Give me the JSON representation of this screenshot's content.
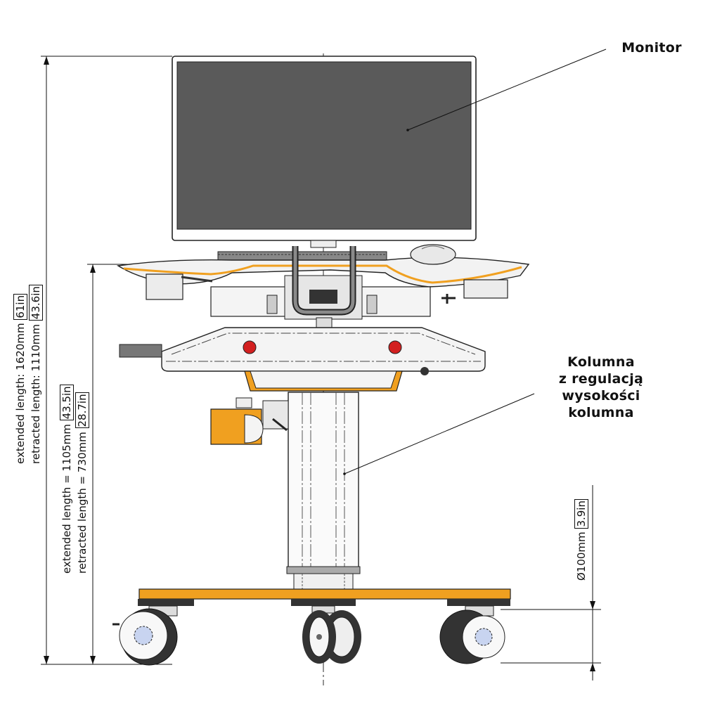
{
  "callouts": {
    "monitor": "Monitor",
    "column": [
      "Kolumna",
      "z regulacją",
      "wysokości",
      "kolumna"
    ]
  },
  "dimensions": {
    "overall": {
      "extended_label": "extended length:",
      "extended_value": "1620mm",
      "extended_inch": "61in",
      "retracted_label": "retracted length:",
      "retracted_value": "1110mm",
      "retracted_inch": "43.6in"
    },
    "column": {
      "extended_label": "extended length = 1105mm",
      "extended_inch": "43.5in",
      "retracted_label": "retracted length = 730mm",
      "retracted_inch": "28.7in"
    },
    "wheel": {
      "value": "Ø100mm",
      "inch": "3.9in"
    }
  },
  "colors": {
    "screen": "#5a5a5a",
    "accent_orange": "#f0a020",
    "line": "#111111",
    "body_light": "#eeeeee"
  },
  "icons": [
    "monitor-shape",
    "trackball-icon",
    "emergency-stop-icon",
    "caster-wheel-icon"
  ]
}
